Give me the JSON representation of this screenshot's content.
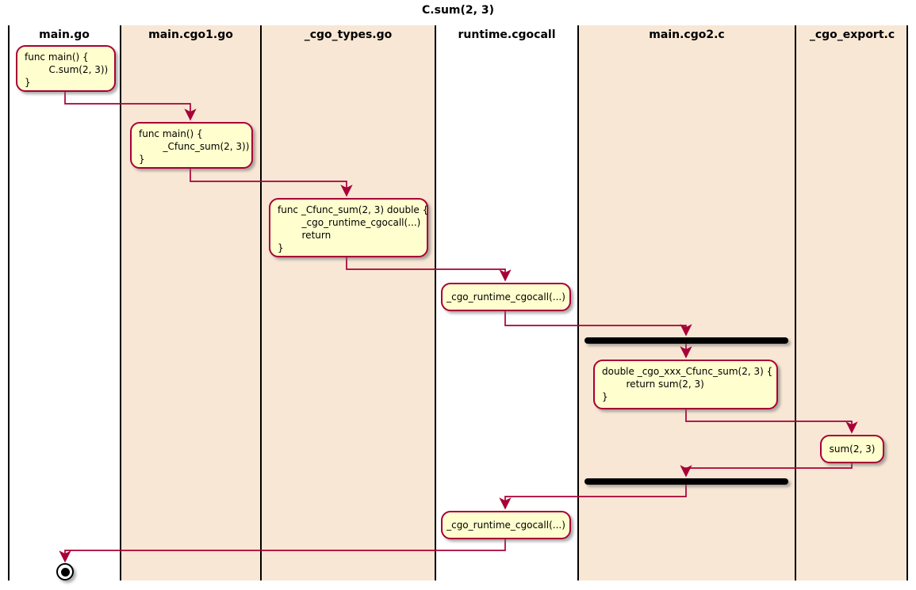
{
  "title": "C.sum(2, 3)",
  "colors": {
    "lane_fill": "#F8E7D4",
    "lane_border": "#000000",
    "activity_fill": "#FEFECE",
    "activity_border": "#A80036",
    "arrow": "#A80036",
    "sync_bar": "#000000"
  },
  "lanes": [
    {
      "label": "main.go",
      "bg": "white"
    },
    {
      "label": "main.cgo1.go",
      "bg": "peach"
    },
    {
      "label": "_cgo_types.go",
      "bg": "peach"
    },
    {
      "label": "runtime.cgocall",
      "bg": "white"
    },
    {
      "label": "main.cgo2.c",
      "bg": "peach"
    },
    {
      "label": "_cgo_export.c",
      "bg": "peach"
    }
  ],
  "activities": [
    {
      "lane": "main.go",
      "text": "func main() {\n\tC.sum(2, 3))\n}"
    },
    {
      "lane": "main.cgo1.go",
      "text": "func main() {\n\t_Cfunc_sum(2, 3))\n}"
    },
    {
      "lane": "_cgo_types.go",
      "text": "func _Cfunc_sum(2, 3) double {\n\t_cgo_runtime_cgocall(...)\n\treturn\n}"
    },
    {
      "lane": "runtime.cgocall",
      "text": "_cgo_runtime_cgocall(...)"
    },
    {
      "lane": "main.cgo2.c",
      "text": "double _cgo_xxx_Cfunc_sum(2, 3) {\n\treturn sum(2, 3)\n}"
    },
    {
      "lane": "_cgo_export.c",
      "text": "sum(2, 3)"
    },
    {
      "lane": "runtime.cgocall",
      "text": "_cgo_runtime_cgocall(...)"
    }
  ],
  "sync_bars": [
    {
      "lane": "main.cgo2.c",
      "position": "before _cgo_xxx_Cfunc_sum"
    },
    {
      "lane": "main.cgo2.c",
      "position": "after sum returns"
    }
  ],
  "end_node": {
    "lane": "main.go",
    "type": "activity-final"
  }
}
